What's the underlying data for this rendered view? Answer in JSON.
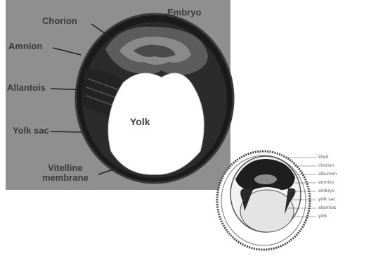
{
  "main_diagram": {
    "labels": {
      "chorion": "Chorion",
      "embryo": "Embryo",
      "amnion": "Amnion",
      "allantois": "Allantois",
      "yolk_sac": "Yolk sac",
      "vitelline_line1": "Vitelline",
      "vitelline_line2": "membrane",
      "yolk": "Yolk"
    },
    "colors": {
      "background": "#8f8f8f",
      "shell": "#1a1a1a",
      "yolk": "#ffffff",
      "amnion": "#6e6e6e"
    }
  },
  "small_diagram": {
    "labels": [
      "shell",
      "chorion",
      "albumen",
      "amnion",
      "embryo",
      "yolk sac",
      "allantois",
      "yolk"
    ]
  }
}
